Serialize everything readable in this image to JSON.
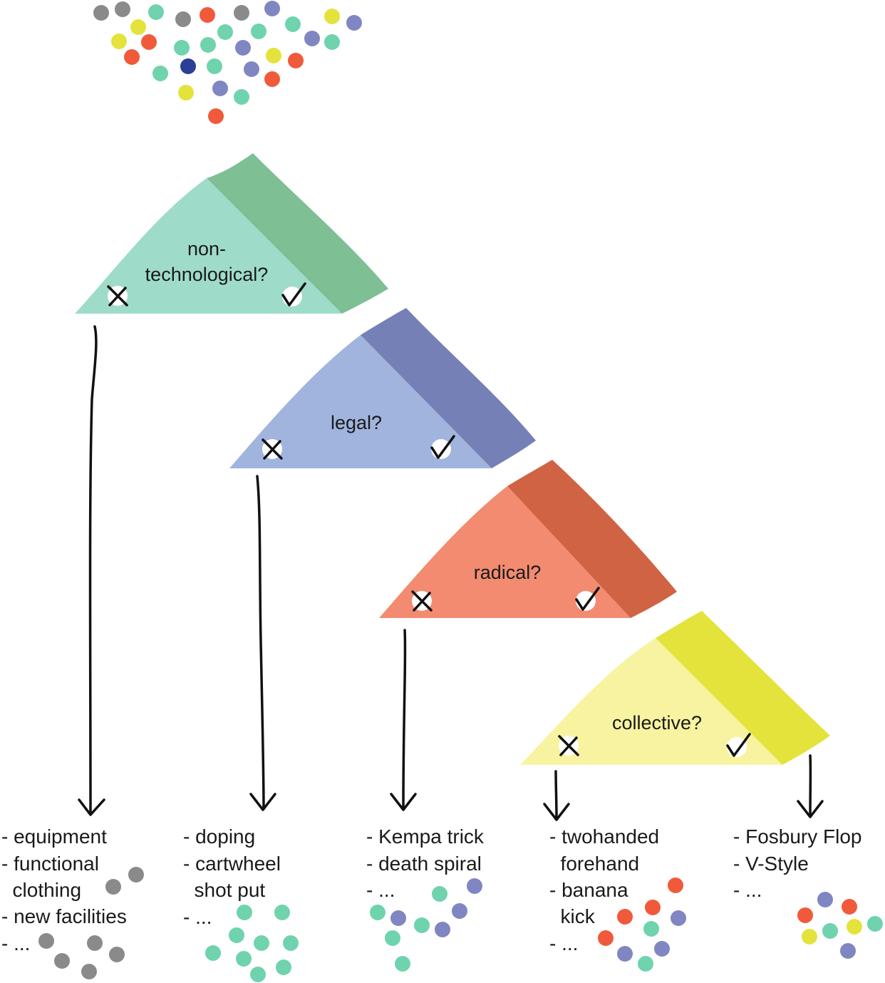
{
  "colors": {
    "grey": "#8a8a8a",
    "teal": "#6fd3ae",
    "red": "#f05a3a",
    "yellow": "#e3e33c",
    "purple": "#7f86c2",
    "navy": "#2a3f95",
    "q1_face": "#9edcc9",
    "q1_side": "#7ebf94",
    "q2_face": "#a0b4de",
    "q2_side": "#7580b6",
    "q3_face": "#f28b70",
    "q3_side": "#cf6344",
    "q4_face": "#f8f3a0",
    "q4_side": "#e3e33c"
  },
  "questions": [
    {
      "id": "q1",
      "label_lines": [
        "non-",
        "technological?"
      ],
      "no_icon": "cross-icon",
      "yes_icon": "check-icon"
    },
    {
      "id": "q2",
      "label_lines": [
        "legal?"
      ],
      "no_icon": "cross-icon",
      "yes_icon": "check-icon"
    },
    {
      "id": "q3",
      "label_lines": [
        "radical?"
      ],
      "no_icon": "cross-icon",
      "yes_icon": "check-icon"
    },
    {
      "id": "q4",
      "label_lines": [
        "collective?"
      ],
      "no_icon": "cross-icon",
      "yes_icon": "check-icon"
    }
  ],
  "outcomes": [
    {
      "id": "o1",
      "lines": [
        "- equipment",
        "- functional",
        "  clothing",
        "- new facilities",
        "- ..."
      ],
      "dot_color": "grey"
    },
    {
      "id": "o2",
      "lines": [
        "- doping",
        "- cartwheel",
        "  shot put",
        "- ..."
      ],
      "dot_color": "teal"
    },
    {
      "id": "o3",
      "lines": [
        "- Kempa trick",
        "- death spiral",
        "- ..."
      ],
      "dot_color": "mixed"
    },
    {
      "id": "o4",
      "lines": [
        "- twohanded",
        "  forehand",
        "- banana",
        "  kick",
        "- ..."
      ],
      "dot_color": "mixed"
    },
    {
      "id": "o5",
      "lines": [
        "- Fosbury Flop",
        "- V-Style",
        "- ..."
      ],
      "dot_color": "mixed"
    }
  ]
}
